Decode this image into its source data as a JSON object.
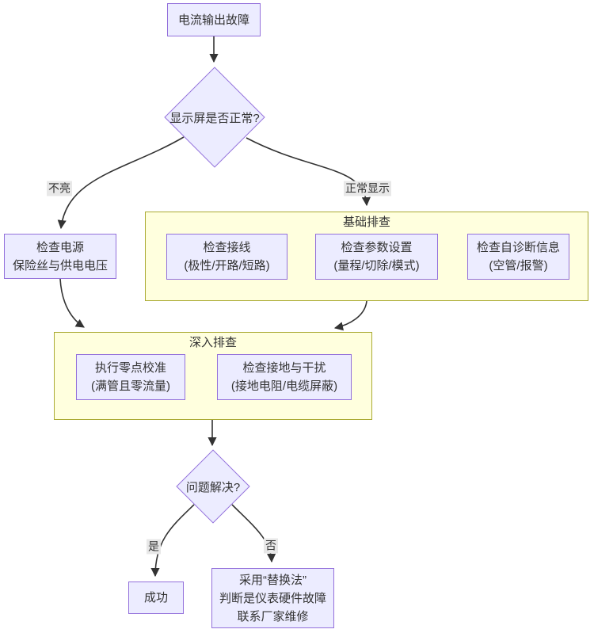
{
  "flowchart": {
    "nodes": {
      "fault": "电流输出故障",
      "display_question": "显示屏是否正常?",
      "power": "检查电源\n保险丝与供电电压",
      "solved_question": "问题解决?",
      "success": "成功",
      "replace": "采用“替换法”\n判断是仪表硬件故障\n联系厂家维修"
    },
    "groups": {
      "basic": {
        "title": "基础排查",
        "items": [
          "检查接线\n(极性/开路/短路)",
          "检查参数设置\n(量程/切除/模式)",
          "检查自诊断信息\n(空管/报警)"
        ]
      },
      "deep": {
        "title": "深入排查",
        "items": [
          "执行零点校准\n(满管且零流量)",
          "检查接地与干扰\n(接地电阻/电缆屏蔽)"
        ]
      }
    },
    "edge_labels": {
      "not_lit": "不亮",
      "normal": "正常显示",
      "yes": "是",
      "no": "否"
    },
    "colors": {
      "node_fill": "#ECECFF",
      "node_border": "#9370DB",
      "group_fill": "#FFFFDE",
      "group_border": "#AAAA33",
      "edge": "#333333",
      "label_bg": "#E8E8E8",
      "text": "#333333"
    }
  }
}
